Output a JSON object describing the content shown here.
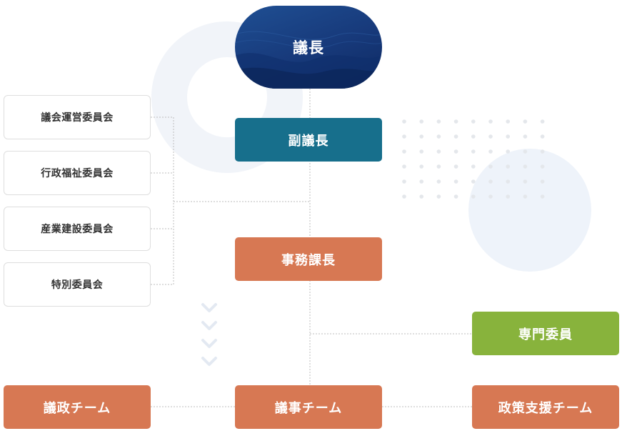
{
  "chairman": "議長",
  "vice_chairman": "副議長",
  "committees": [
    "議会運営委員会",
    "行政福祉委員会",
    "産業建設委員会",
    "特別委員会"
  ],
  "secretariat_chief": "事務課長",
  "specialist": "専門委員",
  "teams": {
    "left": "議政チーム",
    "center": "議事チーム",
    "right": "政策支援チーム"
  },
  "colors": {
    "chairman": "#1a4489",
    "vice_chairman": "#176f8c",
    "orange": "#d77853",
    "green": "#88b33c",
    "connector": "#bdbdbd"
  }
}
